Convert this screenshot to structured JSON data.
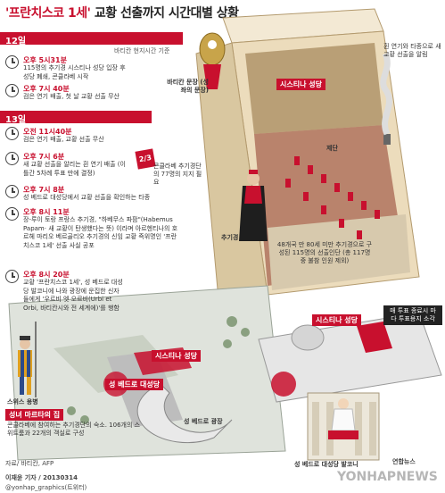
{
  "header": {
    "title_highlight": "'프란치스코 1세'",
    "title_rest": " 교황 선출까지 시간대별 상황"
  },
  "day12": {
    "label": "12일",
    "tz_note": "바티칸 현지시간 기준",
    "events": [
      {
        "time": "오후 5시31분",
        "text": "115명의 추기경 시스티나 성당 입장 후 성당 폐쇄, 콘클라베 시작"
      },
      {
        "time": "오후 7시 40분",
        "text": "검은 연기 배출, 첫 날 교황 선출 무산"
      }
    ]
  },
  "day13": {
    "label": "13일",
    "events": [
      {
        "time": "오전 11시40분",
        "text": "검은 연기 배출, 교황 선출 무산"
      },
      {
        "time": "오후 7시 6분",
        "text": "새 교황 선출을 알리는 흰 연기 배출 (이틀간 5차례 투표 만에 결정)"
      },
      {
        "time": "오후 7시 8분",
        "text": "성 베드로 대성당에서 교황 선출을 확인하는 타종"
      },
      {
        "time": "오후 8시 11분",
        "text": "장-루이 토랑 프랑스 추기경, \"하베무스 파팜\"(Habemus Papam· 새 교황이 탄생했다는 뜻) 이라며 아르헨티나의 호르헤 마리오 베르골리오 추기경의 신임 교황 즉위명인 '프란치스코 1세' 선출 사실 공포"
      },
      {
        "time": "오후 8시 20분",
        "text": "교황 '프란치스코 1세', 성 베드로 대성당 발코니에 나와 광장에 운집한 신자들에게 '우르비 엣 오르비(Urbi et Orbi, 바티칸시와 전 세계에)'를 행함"
      }
    ]
  },
  "callouts": {
    "vatican_emblem": "바티칸 문장 (성좌의 문장)",
    "two_thirds_badge": "2/3",
    "two_thirds_text": "콘클라베 추기경단의 77명의 지지 필요",
    "smoke_note": "흰 연기와 타종으로 새 교황 선출을 알림",
    "sistine_label": "시스티나 성당",
    "altar": "제단",
    "cardinal": "추기경",
    "electors_note": "48개국 만 80세 미만 추기경으로 구성된 115명의 선출인단 (총 117명 중 불참 인원 제외)",
    "stove_note": "매 투표 종료시 마다 투표용지 소각",
    "sistine_map_label": "시스티나 성당",
    "sistine_map_label2": "시스티나 성당",
    "basilica_label": "성 베드로 대성당",
    "square_label": "성 베드로 광장",
    "balcony_label": "성 베드로 대성당 발코니",
    "swiss_guard": "스위스 용병",
    "santa_marta_title": "성녀 마르타의 집",
    "santa_marta_text": "콘클라베에 참여하는 추기경단의 숙소. 106개의 스위트룸과 22개의 객실로 구성"
  },
  "footer": {
    "source": "자료/ 바티칸, AFP",
    "credit": "이재윤 기자 / 20130314",
    "twitter": "@yonhap_graphics(트위터)",
    "watermark": "YONHAPNEWS",
    "agency": "연합뉴스"
  },
  "colors": {
    "accent": "#c8102e",
    "dark": "#222222"
  }
}
